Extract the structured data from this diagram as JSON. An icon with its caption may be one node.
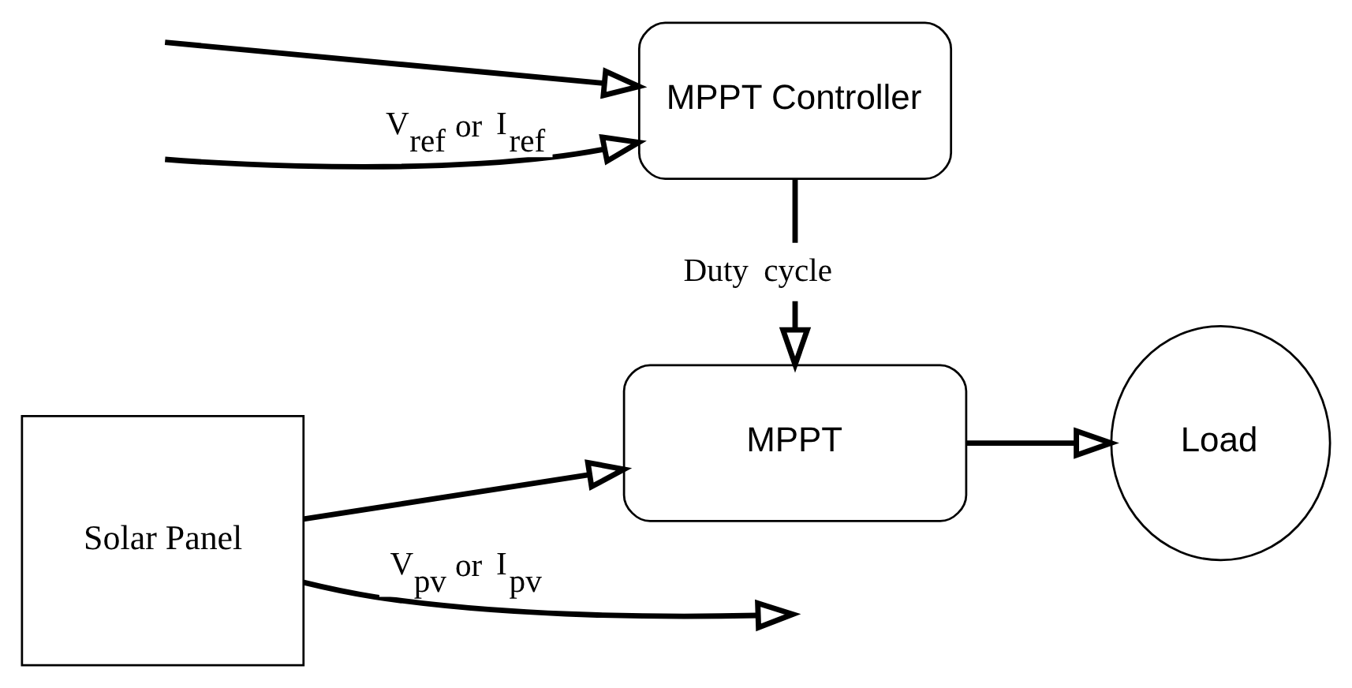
{
  "diagram": {
    "nodes": [
      {
        "text": [
          "Solar Panel"
        ]
      },
      {
        "text": [
          "MPPT"
        ]
      },
      {
        "text": [
          "Load"
        ]
      },
      {
        "text": [
          "MPPT Controller"
        ]
      }
    ],
    "edges": [
      {
        "from": 0,
        "to": 1,
        "arrow": "to"
      },
      {
        "from": 1,
        "to": 2,
        "arrow": "to"
      },
      {
        "from": 3,
        "to": 1,
        "arrow": "to",
        "label": "Duty cycle"
      },
      {
        "from": 0,
        "to": null,
        "arrow": "to",
        "label": "V$_{pv}$ or I$_{pv}$"
      },
      {
        "from": null,
        "to": 3,
        "arrow": "to"
      },
      {
        "from": null,
        "to": 3,
        "arrow": "to",
        "label": "V$_{ref}$ or I$_{ref}$"
      }
    ]
  }
}
